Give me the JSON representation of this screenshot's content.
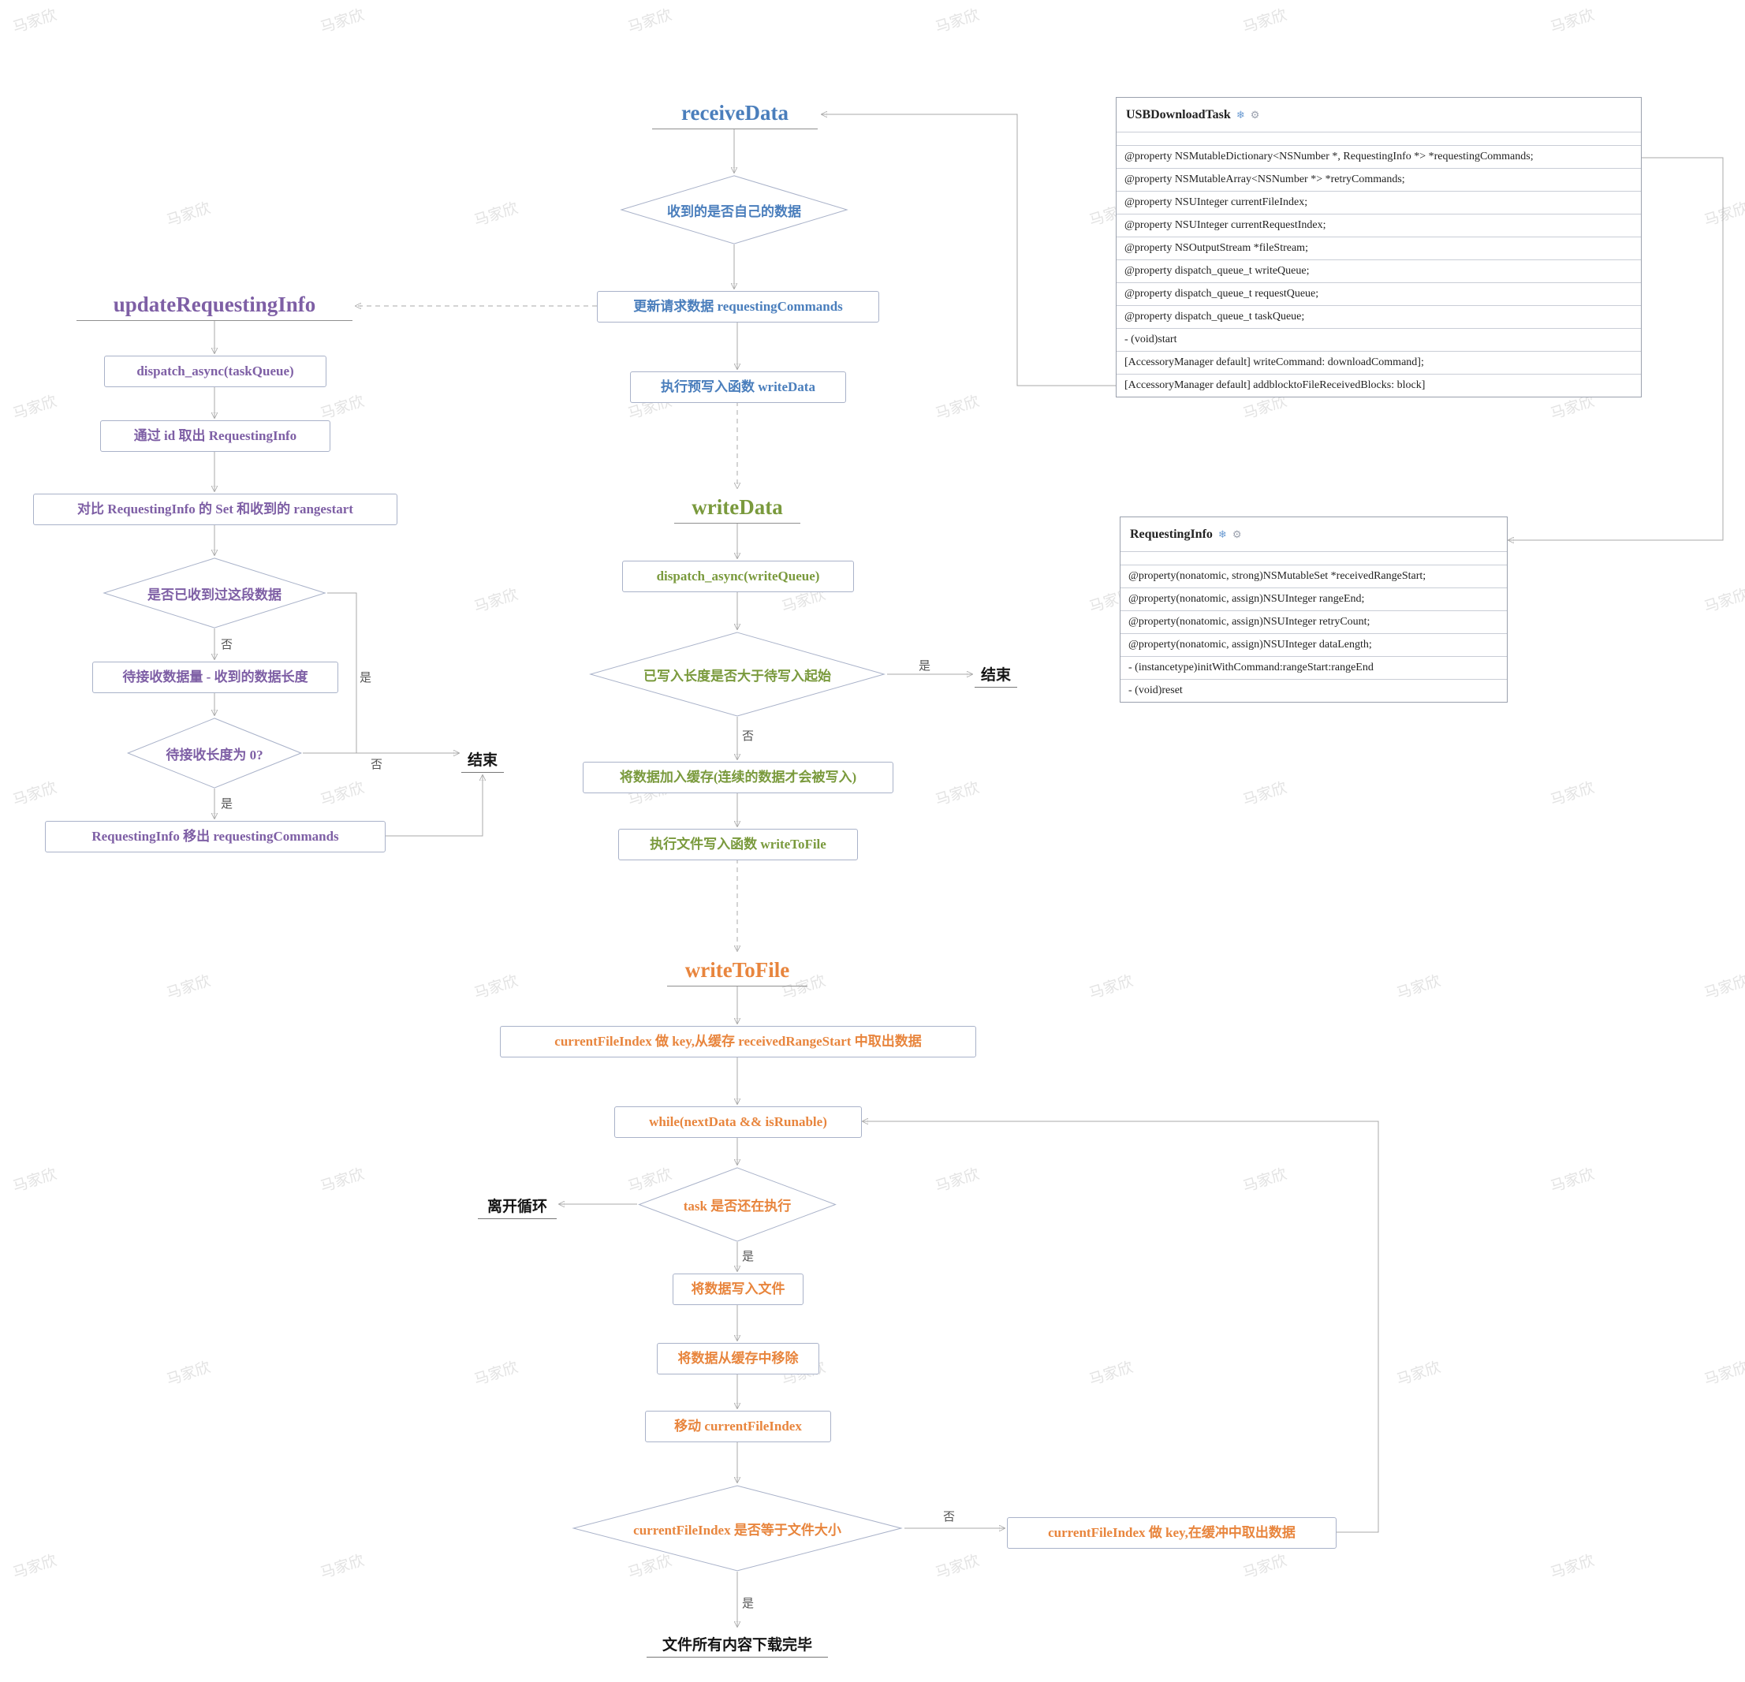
{
  "watermark": {
    "text": "马家欣"
  },
  "colors": {
    "blue": "#4a7ebc",
    "purple": "#7e5fa5",
    "green": "#7a9a3d",
    "orange": "#e8853d",
    "line": "#a8a8a8"
  },
  "labels": {
    "yes": "是",
    "no": "否"
  },
  "icons": {
    "snowflake": "❄",
    "gear": "⚙"
  },
  "flows": {
    "receive": {
      "title": "receiveData",
      "diamond_own_data": "收到的是否自己的数据",
      "update_requesting": "更新请求数据 requestingCommands",
      "exec_prewrite": "执行预写入函数 writeData"
    },
    "update": {
      "title": "updateRequestingInfo",
      "dispatch": "dispatch_async(taskQueue)",
      "fetch_info": "通过 id 取出 RequestingInfo",
      "compare": "对比 RequestingInfo 的 Set 和收到的 rangestart",
      "diamond_received": "是否已收到过这段数据",
      "subtract": "待接收数据量 - 收到的数据长度",
      "diamond_zero": "待接收长度为 0?",
      "remove": "RequestingInfo 移出 requestingCommands",
      "end": "结束"
    },
    "write": {
      "title": "writeData",
      "dispatch": "dispatch_async(writeQueue)",
      "diamond_written": "已写入长度是否大于待写入起始",
      "end": "结束",
      "cache": "将数据加入缓存(连续的数据才会被写入)",
      "exec_write_file": "执行文件写入函数 writeToFile"
    },
    "write_file": {
      "title": "writeToFile",
      "fetch": "currentFileIndex 做 key,从缓存 receivedRangeStart 中取出数据",
      "while_loop": "while(nextData && isRunable)",
      "diamond_task": "task 是否还在执行",
      "leave_loop": "离开循环",
      "write": "将数据写入文件",
      "remove_cache": "将数据从缓存中移除",
      "move_index": "移动 currentFileIndex",
      "diamond_eq": "currentFileIndex 是否等于文件大小",
      "fetch_next": "currentFileIndex 做 key,在缓冲中取出数据",
      "done": "文件所有内容下载完毕"
    }
  },
  "classes": {
    "usb": {
      "name": "USBDownloadTask",
      "rows": [
        "@property NSMutableDictionary<NSNumber *, RequestingInfo *> *requestingCommands;",
        "@property NSMutableArray<NSNumber *> *retryCommands;",
        "@property NSUInteger currentFileIndex;",
        "@property NSUInteger currentRequestIndex;",
        "@property  NSOutputStream *fileStream;",
        "@property  dispatch_queue_t writeQueue;",
        "@property dispatch_queue_t requestQueue;",
        "@property  dispatch_queue_t taskQueue;",
        "- (void)start",
        "[AccessoryManager default] writeCommand: downloadCommand];",
        "[AccessoryManager default] addblocktoFileReceivedBlocks: block]"
      ]
    },
    "requesting_info": {
      "name": "RequestingInfo",
      "rows": [
        "@property(nonatomic, strong)NSMutableSet *receivedRangeStart;",
        "@property(nonatomic, assign)NSUInteger rangeEnd;",
        "@property(nonatomic, assign)NSUInteger retryCount;",
        "@property(nonatomic, assign)NSUInteger dataLength;",
        "- (instancetype)initWithCommand:rangeStart:rangeEnd",
        "- (void)reset"
      ]
    }
  }
}
